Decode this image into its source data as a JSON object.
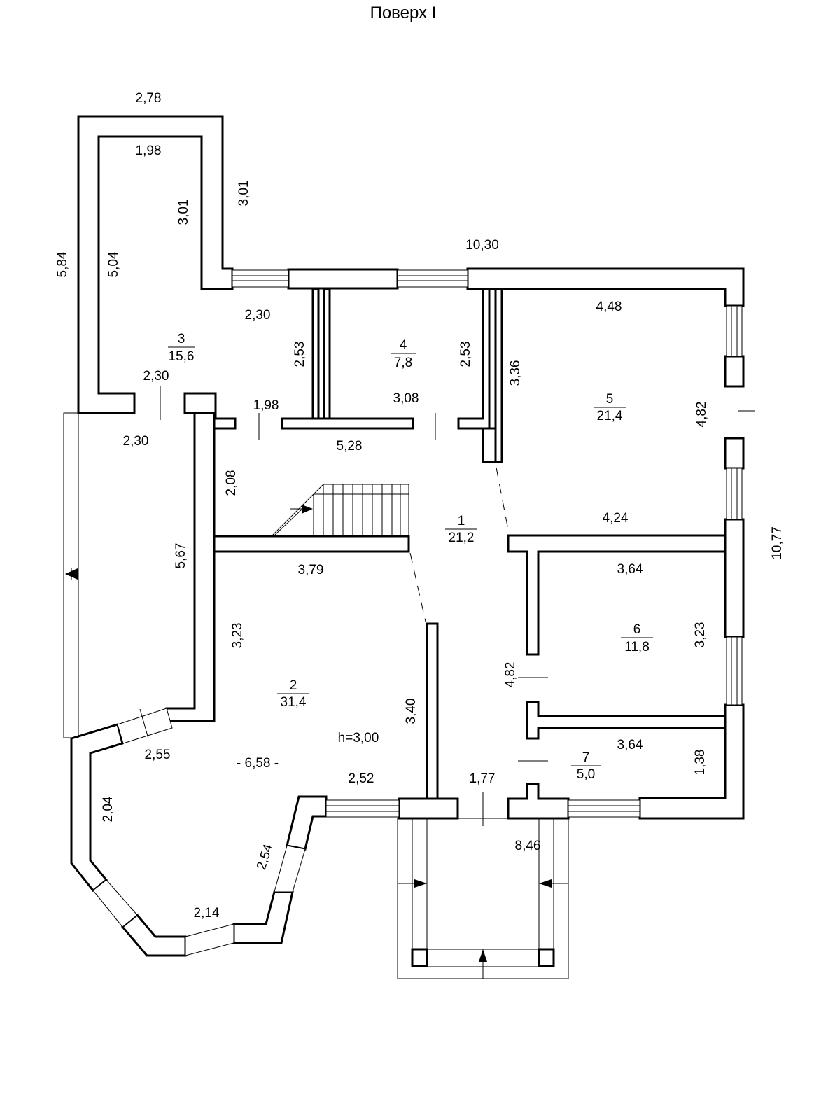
{
  "title": "Поверх I",
  "rooms": [
    {
      "number": "1",
      "area": "21,2"
    },
    {
      "number": "2",
      "area": "31,4"
    },
    {
      "number": "3",
      "area": "15,6"
    },
    {
      "number": "4",
      "area": "7,8"
    },
    {
      "number": "5",
      "area": "21,4"
    },
    {
      "number": "6",
      "area": "11,8"
    },
    {
      "number": "7",
      "area": "5,0"
    }
  ],
  "height_note": "h=3,00",
  "dimensions": {
    "d278": "2,78",
    "d198a": "1,98",
    "d301a": "3,01",
    "d301b": "3,01",
    "d584": "5,84",
    "d504": "5,04",
    "d1030": "10,30",
    "d230a": "2,30",
    "d253a": "2,53",
    "d253b": "2,53",
    "d336": "3,36",
    "d448": "4,48",
    "d482a": "4,82",
    "d230b": "2,30",
    "d198b": "1,98",
    "d308": "3,08",
    "d230c": "2,30",
    "d528": "5,28",
    "d208": "2,08",
    "d424": "4,24",
    "d1077": "10,77",
    "d379": "3,79",
    "d567": "5,67",
    "d364a": "3,64",
    "d323a": "3,23",
    "d323b": "3,23",
    "d482b": "4,82",
    "d340": "3,40",
    "d364b": "3,64",
    "d138": "1,38",
    "d255": "2,55",
    "d658": "- 6,58 -",
    "d252": "2,52",
    "d177": "1,77",
    "d204": "2,04",
    "d254": "2,54",
    "d846": "8,46",
    "d214": "2,14"
  }
}
